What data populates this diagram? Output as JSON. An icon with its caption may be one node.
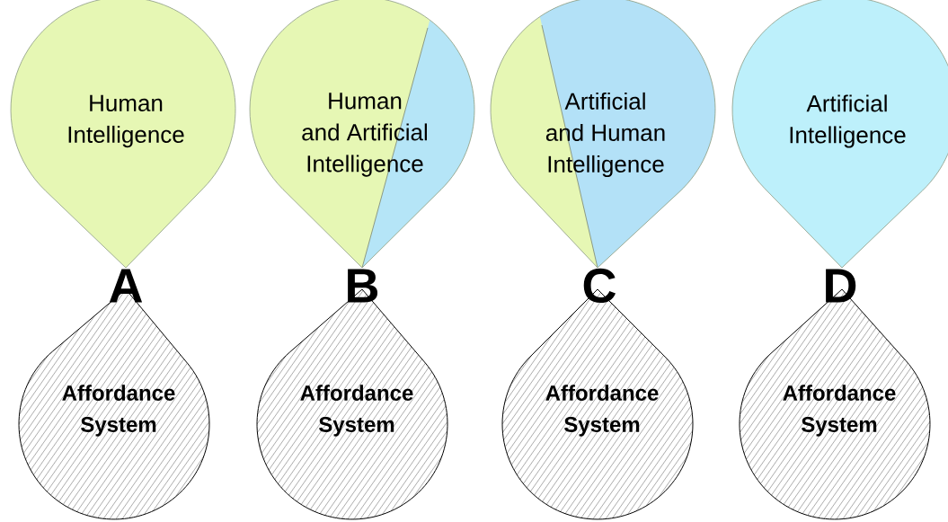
{
  "diagram": {
    "nodes": [
      {
        "text": [
          "Human Intelligence"
        ]
      },
      {
        "text": [
          "Human and Artificial Intelligence"
        ]
      },
      {
        "text": [
          "Artificial and Human Intelligence"
        ]
      },
      {
        "text": [
          "Artificial Intelligence"
        ]
      },
      {
        "text": [
          "Affordance System"
        ]
      },
      {
        "text": [
          "Affordance System"
        ]
      },
      {
        "text": [
          "Affordance System"
        ]
      },
      {
        "text": [
          "Affordance System"
        ]
      }
    ],
    "labels": [
      "A",
      "B",
      "C",
      "D"
    ]
  }
}
